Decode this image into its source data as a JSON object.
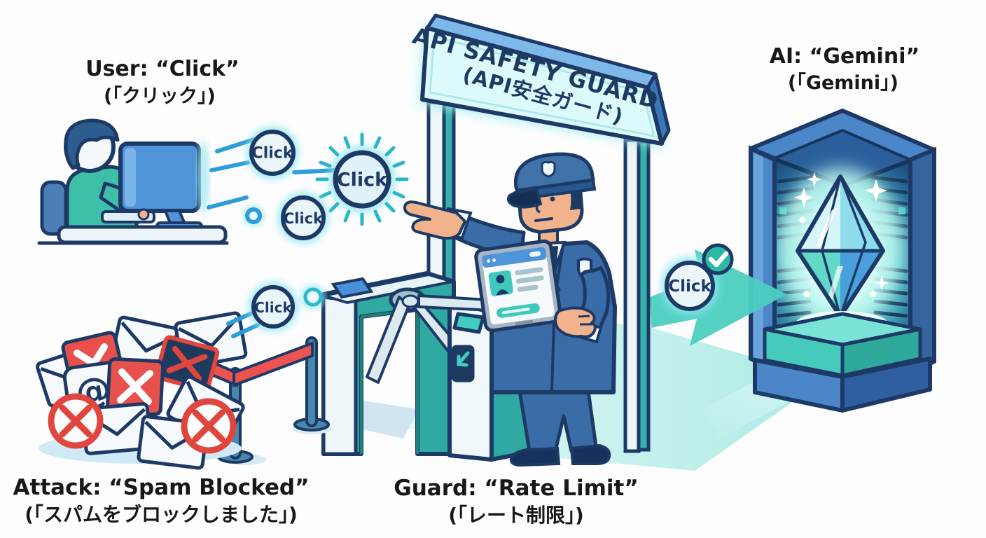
{
  "labels": {
    "user": {
      "en": "User: “Click”",
      "ja": "(「クリック」)"
    },
    "attack": {
      "en": "Attack: “Spam Blocked”",
      "ja": "(「スパムをブロックしました」)"
    },
    "guard": {
      "en": "Guard: “Rate Limit”",
      "ja": "(「レート制限」)"
    },
    "ai": {
      "en": "AI: “Gemini”",
      "ja": "(「Gemini」)"
    }
  },
  "sign": {
    "title": "API SAFETY GUARD",
    "subtitle": "(API安全ガード)"
  },
  "bubbles": {
    "label": "Click"
  },
  "spam": {
    "at": "@"
  },
  "icons": {
    "check-icon": "✓",
    "prohibition-icon": "✕ in red circle",
    "at-icon": "@",
    "sparkle-icon": "✦",
    "down-left-arrow-icon": "↙",
    "envelope-icon": "✉",
    "shield-badge-icon": "shield",
    "crystal-icon": "glowing gem octahedron"
  },
  "colors": {
    "outline_navy": "#1d3a66",
    "blue": "#4a8fd3",
    "teal": "#2fafa5",
    "light_cyan": "#e7f4f8",
    "glow_cyan": "#8fe5ec",
    "red": "#e8514b",
    "uniform_blue": "#3a6da8",
    "skin": "#f2b28c",
    "sign_bg": "#dcfafa",
    "text_dark": "#17171c",
    "background": "#fdfdfe"
  }
}
